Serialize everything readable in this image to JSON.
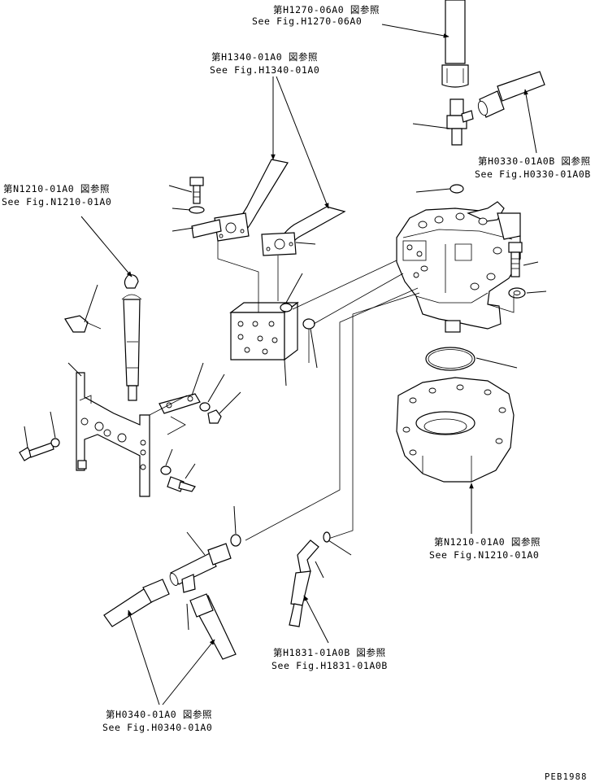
{
  "references": {
    "h1270": {
      "jp": "第H1270-06A0 図参照",
      "en": "See Fig.H1270-06A0"
    },
    "h1340": {
      "jp": "第H1340-01A0 図参照",
      "en": "See Fig.H1340-01A0"
    },
    "h0330": {
      "jp": "第H0330-01A0B 図参照",
      "en": "See Fig.H0330-01A0B"
    },
    "n1210_left": {
      "jp": "第N1210-01A0 図参照",
      "en": "See Fig.N1210-01A0"
    },
    "n1210_right": {
      "jp": "第N1210-01A0 図参照",
      "en": "See Fig.N1210-01A0"
    },
    "h1831": {
      "jp": "第H1831-01A0B 図参照",
      "en": "See Fig.H1831-01A0B"
    },
    "h0340": {
      "jp": "第H0340-01A0 図参照",
      "en": "See Fig.H0340-01A0"
    }
  },
  "drawing_code": "PEB1988",
  "colors": {
    "line": "#000000",
    "background": "#ffffff"
  }
}
